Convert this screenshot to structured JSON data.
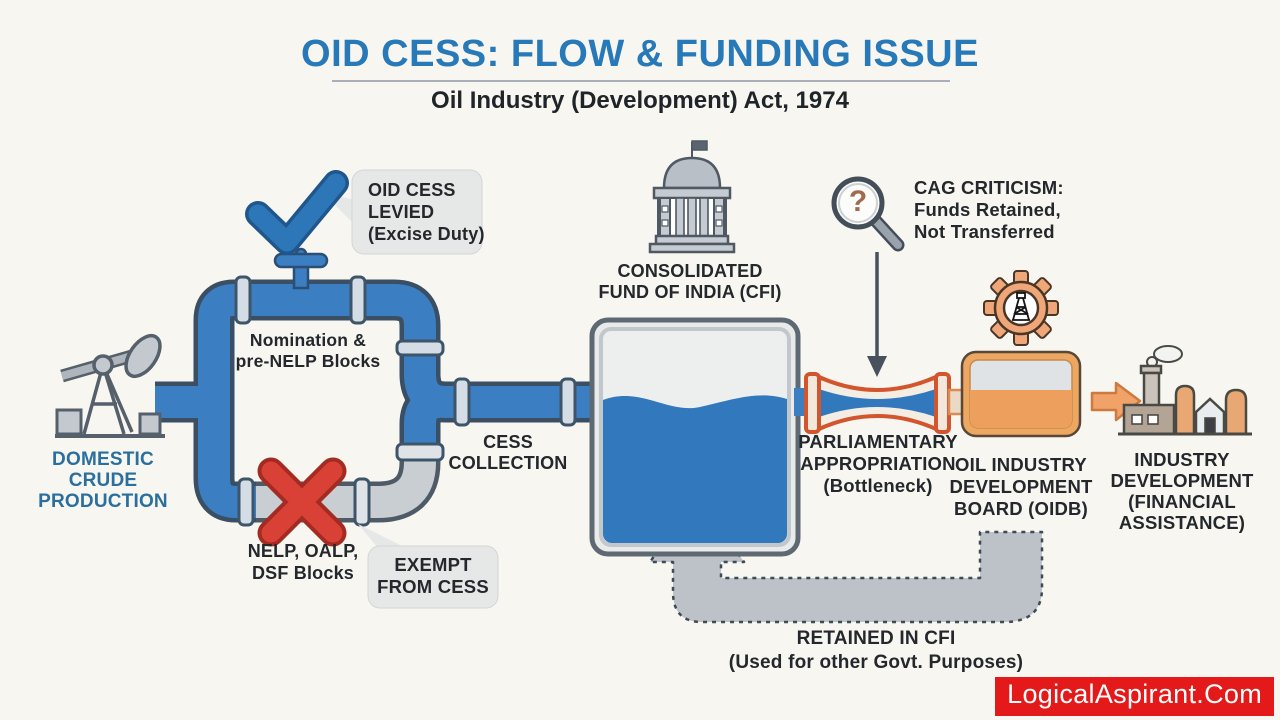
{
  "page": {
    "title": "OID CESS: FLOW & FUNDING ISSUE",
    "subtitle": "Oil Industry (Development) Act, 1974"
  },
  "flow": {
    "source": {
      "label": "DOMESTIC\nCRUDE\nPRODUCTION",
      "icon": "oil-pumpjack-icon"
    },
    "levy": {
      "bubble": "OID CESS\nLEVIED\n(Excise Duty)",
      "icon": "checkmark-icon"
    },
    "nomination_branch": {
      "label": "Nomination &\npre-NELP Blocks"
    },
    "exempt_branch": {
      "label": "NELP, OALP,\nDSF Blocks",
      "bubble": "EXEMPT\nFROM CESS",
      "icon": "cross-icon"
    },
    "collection": {
      "label": "CESS\nCOLLECTION"
    },
    "cfi": {
      "label": "CONSOLIDATED\nFUND OF INDIA (CFI)",
      "icon": "government-building-icon"
    },
    "cag": {
      "label": "CAG CRITICISM:\nFunds Retained,\nNot Transferred",
      "glyph": "?",
      "icon": "magnifier-question-icon"
    },
    "bottleneck": {
      "label": "PARLIAMENTARY\nAPPROPRIATION\n(Bottleneck)"
    },
    "oidb": {
      "label": "OIL INDUSTRY\nDEVELOPMENT\nBOARD (OIDB)",
      "icon": "gear-derrick-icon"
    },
    "industry": {
      "label": "INDUSTRY\nDEVELOPMENT\n(FINANCIAL\nASSISTANCE)",
      "icon": "factory-icon"
    },
    "retained": {
      "label": "RETAINED IN CFI\n(Used for other Govt. Purposes)"
    }
  },
  "watermark": {
    "label": "LogicalAspirant.Com"
  },
  "colors": {
    "title_blue": "#2879b8",
    "pipe_blue": "#3b7ec2",
    "pipe_outline": "#3a4f63",
    "pipe_gray": "#c9ced3",
    "liquid_blue": "#3278bd",
    "accent_orange": "#e6964f",
    "bottleneck_orange": "#d2552e",
    "alert_red": "#d94136",
    "text_dark": "#24272b",
    "source_label_blue": "#2a6f9e",
    "watermark_red": "#e41a1a",
    "background": "#f7f6f1"
  }
}
